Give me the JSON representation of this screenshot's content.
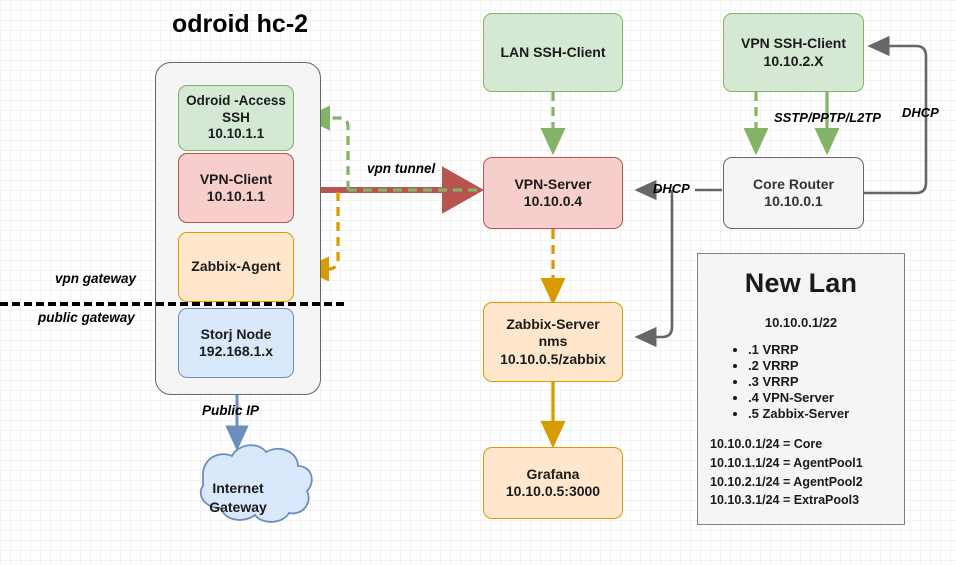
{
  "diagram": {
    "title": "odroid hc-2",
    "gateways": {
      "vpn_label": "vpn gateway",
      "public_label": "public gateway"
    },
    "nodes": {
      "odroid_access": {
        "name": "odroid-access-ssh",
        "line1": "Odroid -Access",
        "line2": "SSH",
        "line3": "10.10.1.1",
        "color": "#d5e8d4",
        "border": "#82b366"
      },
      "vpn_client": {
        "name": "vpn-client",
        "line1": "VPN-Client",
        "line2": "10.10.1.1",
        "color": "#f8cecc",
        "border": "#b85450"
      },
      "zabbix_agent": {
        "name": "zabbix-agent",
        "line1": "Zabbix-Agent",
        "color": "#ffe6cc",
        "border": "#d79b00"
      },
      "storj_node": {
        "name": "storj-node",
        "line1": "Storj Node",
        "line2": "192.168.1.x",
        "color": "#dae8fc",
        "border": "#6c8ebf"
      },
      "lan_ssh_client": {
        "name": "lan-ssh-client",
        "line1": "LAN SSH-Client",
        "color": "#d5e8d4",
        "border": "#82b366"
      },
      "vpn_server": {
        "name": "vpn-server",
        "line1": "VPN-Server",
        "line2": "10.10.0.4",
        "color": "#f8cecc",
        "border": "#b85450"
      },
      "zabbix_server": {
        "name": "zabbix-server",
        "line1": "Zabbix-Server",
        "line2": "nms",
        "line3": "10.10.0.5/zabbix",
        "color": "#ffe6cc",
        "border": "#d79b00"
      },
      "grafana": {
        "name": "grafana",
        "line1": "Grafana",
        "line2": "10.10.0.5:3000",
        "color": "#ffe6cc",
        "border": "#d79b00"
      },
      "vpn_ssh_client": {
        "name": "vpn-ssh-client",
        "line1": "VPN SSH-Client",
        "line2": "10.10.2.X",
        "color": "#d5e8d4",
        "border": "#82b366"
      },
      "core_router": {
        "name": "core-router",
        "line1": "Core Router",
        "line2": "10.10.0.1",
        "color": "#f5f5f5",
        "border": "#666666"
      },
      "internet_gateway": {
        "name": "internet-gateway",
        "line1": "Internet",
        "line2": "Gateway",
        "color": "#dae8fc",
        "border": "#6c8ebf"
      }
    },
    "edge_labels": {
      "vpn_tunnel": "vpn tunnel",
      "public_ip": "Public IP",
      "dhcp_center": "DHCP",
      "dhcp_right": "DHCP",
      "sstp": "SSTP/PPTP/L2TP"
    },
    "new_lan": {
      "title": "New Lan",
      "subnet": "10.10.0.1/22",
      "hosts": [
        ".1 VRRP",
        ".2 VRRP",
        ".3 VRRP",
        ".4 VPN-Server",
        ".5 Zabbix-Server"
      ],
      "pools": [
        "10.10.0.1/24 = Core",
        "10.10.1.1/24 = AgentPool1",
        "10.10.2.1/24 = AgentPool2",
        "10.10.3.1/24 = ExtraPool3"
      ]
    },
    "colors": {
      "green_fill": "#d5e8d4",
      "green_stroke": "#82b366",
      "red_fill": "#f8cecc",
      "red_stroke": "#b85450",
      "orange_fill": "#ffe6cc",
      "orange_stroke": "#d79b00",
      "blue_fill": "#dae8fc",
      "blue_stroke": "#6c8ebf",
      "grey_fill": "#f5f5f5",
      "grey_stroke": "#666666"
    }
  }
}
